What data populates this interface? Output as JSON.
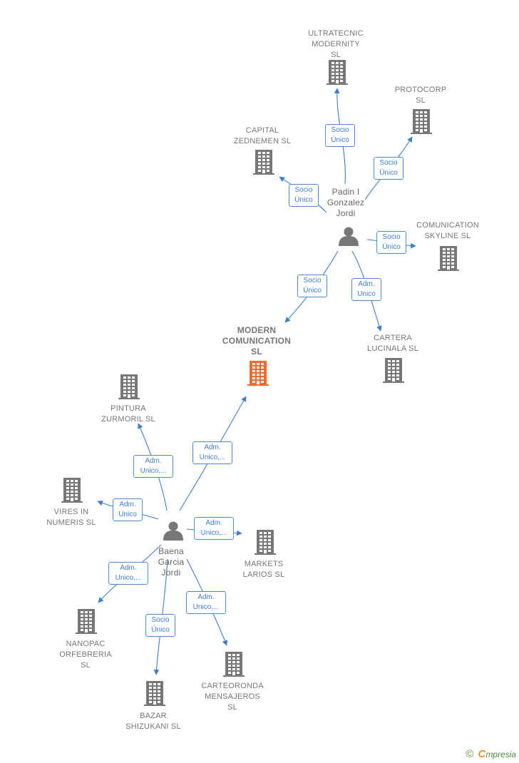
{
  "colors": {
    "company": "#777777",
    "focus_company": "#ee6a2f",
    "person": "#777777",
    "edge": "#3c7fcf",
    "brand": "#4a8f3a"
  },
  "nodes": [
    {
      "id": "ultratecnic",
      "type": "company",
      "label": "ULTRATECNIC\nMODERNITY\nSL"
    },
    {
      "id": "protocorp",
      "type": "company",
      "label": "PROTOCORP\nSL"
    },
    {
      "id": "capital",
      "type": "company",
      "label": "CAPITAL\nZEDNEMEN SL"
    },
    {
      "id": "padin",
      "type": "person",
      "label": "Padin I\nGonzalez\nJordi"
    },
    {
      "id": "comunication",
      "type": "company",
      "label": "COMUNICATION\nSKYLINE SL"
    },
    {
      "id": "modern",
      "type": "focus",
      "label": "MODERN\nCOMUNICATION\nSL"
    },
    {
      "id": "cartera",
      "type": "company",
      "label": "CARTERA\nLUCINALA SL"
    },
    {
      "id": "pintura",
      "type": "company",
      "label": "PINTURA\nZURMORIL SL"
    },
    {
      "id": "vires",
      "type": "company",
      "label": "VIRES IN\nNUMERIS SL"
    },
    {
      "id": "baena",
      "type": "person",
      "label": "Baena\nGarcia\nJordi"
    },
    {
      "id": "markets",
      "type": "company",
      "label": "MARKETS\nLARIOS SL"
    },
    {
      "id": "nanopac",
      "type": "company",
      "label": "NANOPAC\nORFEBRERIA\nSL"
    },
    {
      "id": "bazar",
      "type": "company",
      "label": "BAZAR\nSHIZUKANI SL"
    },
    {
      "id": "carteoronda",
      "type": "company",
      "label": "CARTEORONDA\nMENSAJEROS\nSL"
    }
  ],
  "edges": [
    {
      "from": "padin",
      "to": "ultratecnic",
      "label": "Socio\nÚnico"
    },
    {
      "from": "padin",
      "to": "protocorp",
      "label": "Socio\nÚnico"
    },
    {
      "from": "padin",
      "to": "capital",
      "label": "Socio\nÚnico"
    },
    {
      "from": "padin",
      "to": "comunication",
      "label": "Socio\nÚnico"
    },
    {
      "from": "padin",
      "to": "modern",
      "label": "Socio\nÚnico"
    },
    {
      "from": "padin",
      "to": "cartera",
      "label": "Adm.\nUnico"
    },
    {
      "from": "baena",
      "to": "modern",
      "label": "Adm.\nUnico,..."
    },
    {
      "from": "baena",
      "to": "pintura",
      "label": "Adm.\nUnico,..."
    },
    {
      "from": "baena",
      "to": "vires",
      "label": "Adm.\nUnico"
    },
    {
      "from": "baena",
      "to": "markets",
      "label": "Adm.\nUnico,..."
    },
    {
      "from": "baena",
      "to": "nanopac",
      "label": "Adm.\nUnico,..."
    },
    {
      "from": "baena",
      "to": "bazar",
      "label": "Socio\nÚnico"
    },
    {
      "from": "baena",
      "to": "carteoronda",
      "label": "Adm.\nUnico,..."
    }
  ],
  "footer": {
    "copyright": "©",
    "brand": "mpresia",
    "brand_initial": "C"
  }
}
